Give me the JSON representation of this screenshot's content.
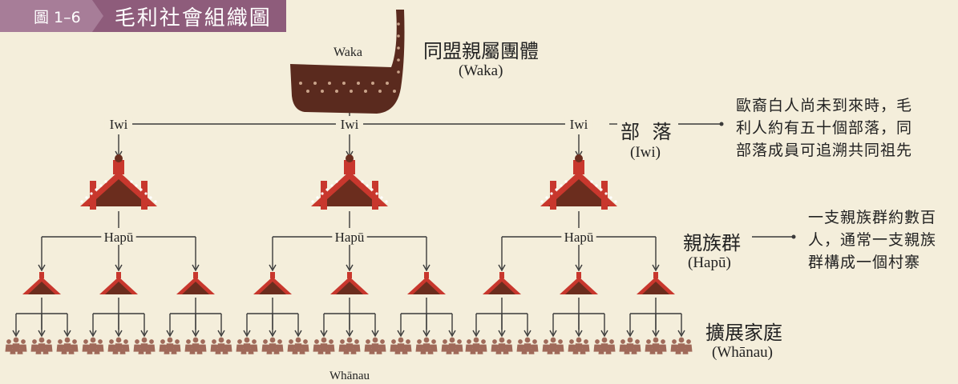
{
  "header": {
    "figure_no": "圖 1–6",
    "title": "毛利社會組織圖"
  },
  "waka": {
    "canoe_label": "Waka",
    "title_zh": "同盟親屬團體",
    "title_en": "(Waka)"
  },
  "iwi": {
    "node_label": "Iwi",
    "title_zh": "部 落",
    "title_en": "(Iwi)",
    "note_lines": [
      "歐裔白人尚未到來時，毛",
      "利人約有五十個部落，同",
      "部落成員可追溯共同祖先"
    ]
  },
  "hapu": {
    "node_label": "Hapū",
    "title_zh": "親族群",
    "title_en": "(Hapū)",
    "note_lines": [
      "一支親族群約數百",
      "人，通常一支親族",
      "群構成一個村寨"
    ]
  },
  "whanau": {
    "node_label": "Whānau",
    "title_zh": "擴展家庭",
    "title_en": "(Whānau)"
  },
  "colors": {
    "line": "#3a3a3a",
    "house_red": "#c8372d",
    "house_dark": "#6b2d1e",
    "people": "#a06a5a",
    "canoe": "#5a2a1e"
  }
}
